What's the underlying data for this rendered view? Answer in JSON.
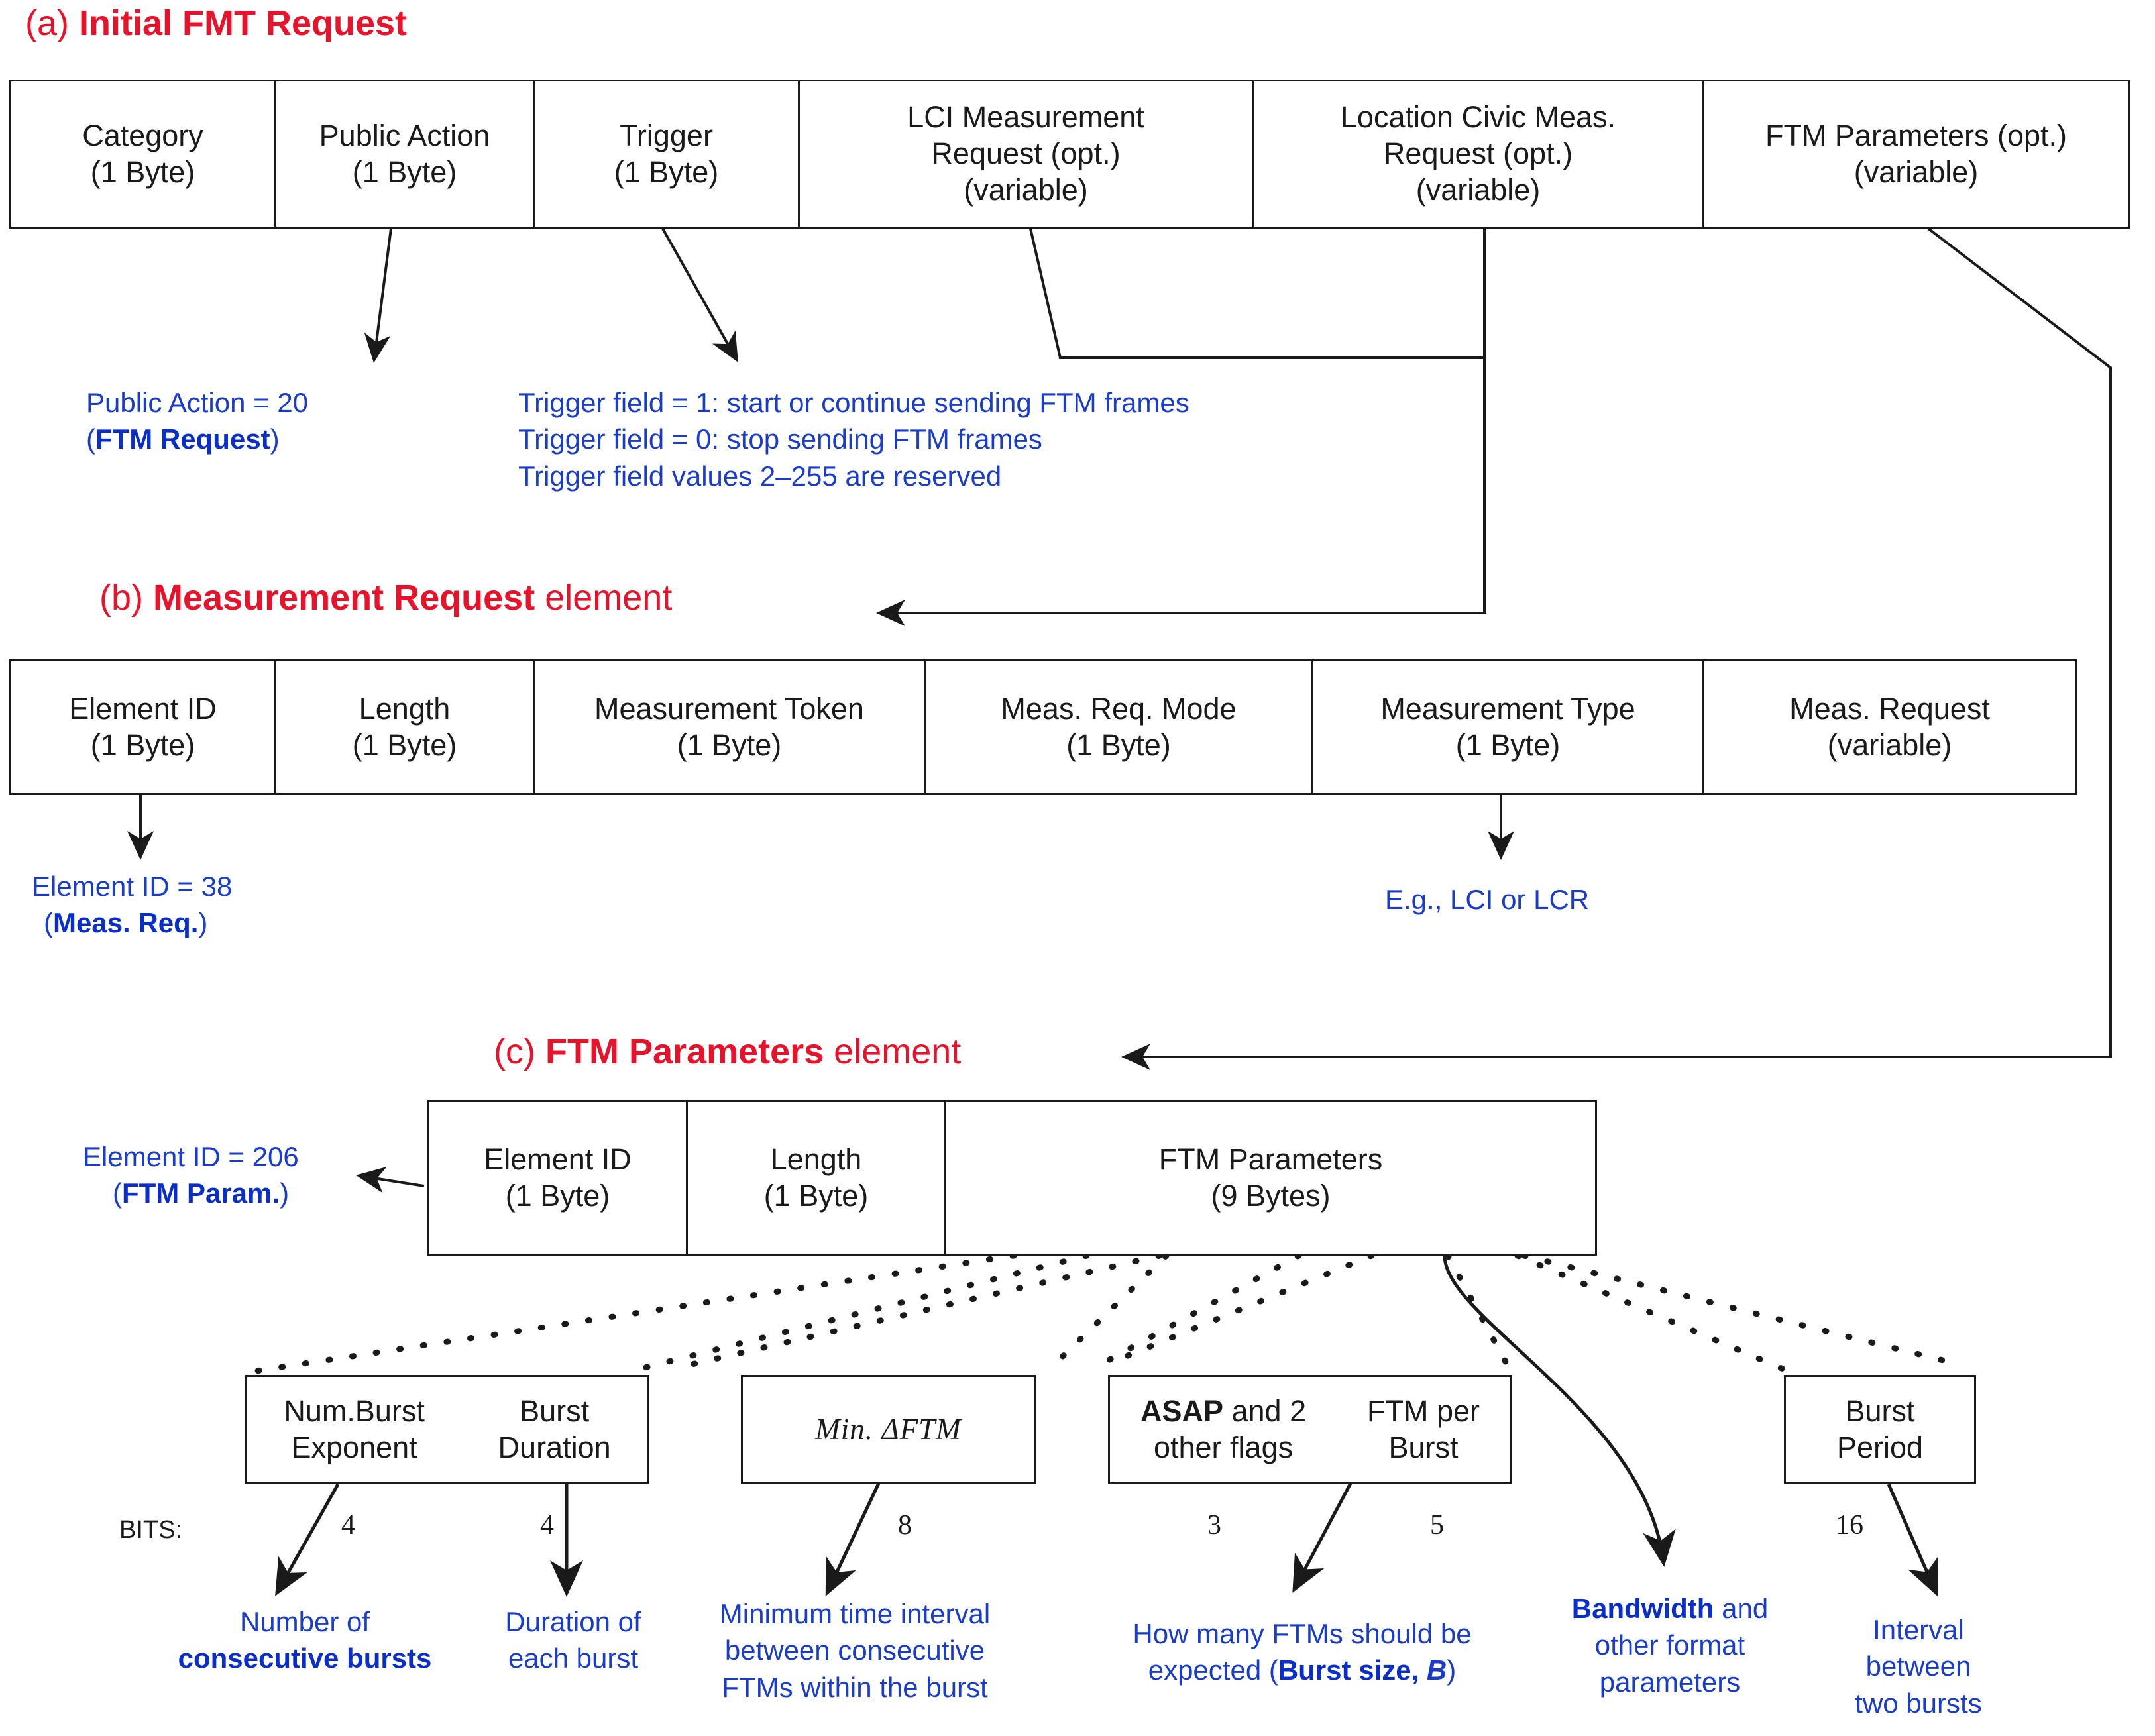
{
  "figure": {
    "title_a": {
      "prefix": "(a)",
      "strong": "Initial FMT Request",
      "light": ""
    },
    "title_b": {
      "prefix": "(b)",
      "strong": "Measurement Request",
      "light": "element"
    },
    "title_c": {
      "prefix": "(c)",
      "strong": "FTM Parameters",
      "light": "element"
    }
  },
  "colors": {
    "heading_red": "#e8132b",
    "annotation_blue": "#1a3ccc",
    "annotation_blue_bold": "#0a2ecb",
    "line_black": "#1a1a1a"
  },
  "frame_a": {
    "cells": [
      {
        "line1": "Category",
        "line2": "(1 Byte)"
      },
      {
        "line1": "Public Action",
        "line2": "(1 Byte)"
      },
      {
        "line1": "Trigger",
        "line2": "(1 Byte)"
      },
      {
        "line1": "LCI Measurement",
        "line2": "Request (opt.)",
        "line3": "(variable)"
      },
      {
        "line1": "Location Civic Meas.",
        "line2": "Request (opt.)",
        "line3": "(variable)"
      },
      {
        "line1": "FTM Parameters (opt.)",
        "line2": "(variable)"
      }
    ]
  },
  "frame_b": {
    "cells": [
      {
        "line1": "Element ID",
        "line2": "(1 Byte)"
      },
      {
        "line1": "Length",
        "line2": "(1 Byte)"
      },
      {
        "line1": "Measurement Token",
        "line2": "(1 Byte)"
      },
      {
        "line1": "Meas. Req. Mode",
        "line2": "(1 Byte)"
      },
      {
        "line1": "Measurement Type",
        "line2": "(1 Byte)"
      },
      {
        "line1": "Meas. Request",
        "line2": "(variable)"
      }
    ]
  },
  "frame_c": {
    "cells": [
      {
        "line1": "Element ID",
        "line2": "(1 Byte)"
      },
      {
        "line1": "Length",
        "line2": "(1 Byte)"
      },
      {
        "line1": "FTM Parameters",
        "line2": "(9 Bytes)"
      }
    ]
  },
  "notes": {
    "public_action": {
      "line1": "Public Action = 20",
      "line2_open": "(",
      "line2_bold": "FTM Request",
      "line2_close": ")"
    },
    "trigger": {
      "line1": "Trigger field = 1: start or continue sending FTM frames",
      "line2": "Trigger field = 0: stop sending FTM frames",
      "line3": "Trigger field values 2–255 are reserved"
    },
    "element_id_38": {
      "line1": "Element ID = 38",
      "line2_open": "(",
      "line2_bold": "Meas. Req.",
      "line2_close": ")"
    },
    "meas_type": {
      "line1": "E.g., LCI or LCR"
    },
    "element_id_206": {
      "line1": "Element ID = 206",
      "line2_open": "(",
      "line2_bold": "FTM Param.",
      "line2_close": ")"
    }
  },
  "subfields": {
    "bits_label": "BITS:",
    "boxes": [
      {
        "id": "burst-exponent-duration",
        "left_line1": "Num.Burst",
        "left_line2": "Exponent",
        "right_line1": "Burst",
        "right_line2": "Duration",
        "bits_left": "4",
        "bits_right": "4"
      },
      {
        "id": "min-delta-ftm",
        "math": "Min. ΔFTM",
        "bits": "8"
      },
      {
        "id": "asap-ftm-per-burst",
        "left_bold": "ASAP",
        "left_rest": " and 2",
        "left_line2": "other flags",
        "right_line1": "FTM per",
        "right_line2": "Burst",
        "bits_left": "3",
        "bits_right": "5"
      },
      {
        "id": "burst-period",
        "single_line1": "Burst",
        "single_line2": "Period",
        "bits": "16"
      }
    ]
  },
  "bottom_notes": {
    "num_bursts": {
      "line1": "Number of",
      "line2_bold": "consecutive bursts"
    },
    "burst_duration": {
      "line1": "Duration of",
      "line2": "each burst"
    },
    "min_delta": {
      "line1": "Minimum time interval",
      "line2": "between consecutive",
      "line3": "FTMs within the burst"
    },
    "ftm_per_burst": {
      "line1": "How many FTMs should be",
      "line2_pre": "expected (",
      "line2_bold": "Burst size,",
      "line2_italic": "B",
      "line2_post": ")"
    },
    "bandwidth": {
      "line1_bold": "Bandwidth",
      "line1_rest": " and",
      "line2": "other format",
      "line3": "parameters"
    },
    "burst_period": {
      "line1": "Interval",
      "line2": "between",
      "line3": "two bursts"
    }
  }
}
